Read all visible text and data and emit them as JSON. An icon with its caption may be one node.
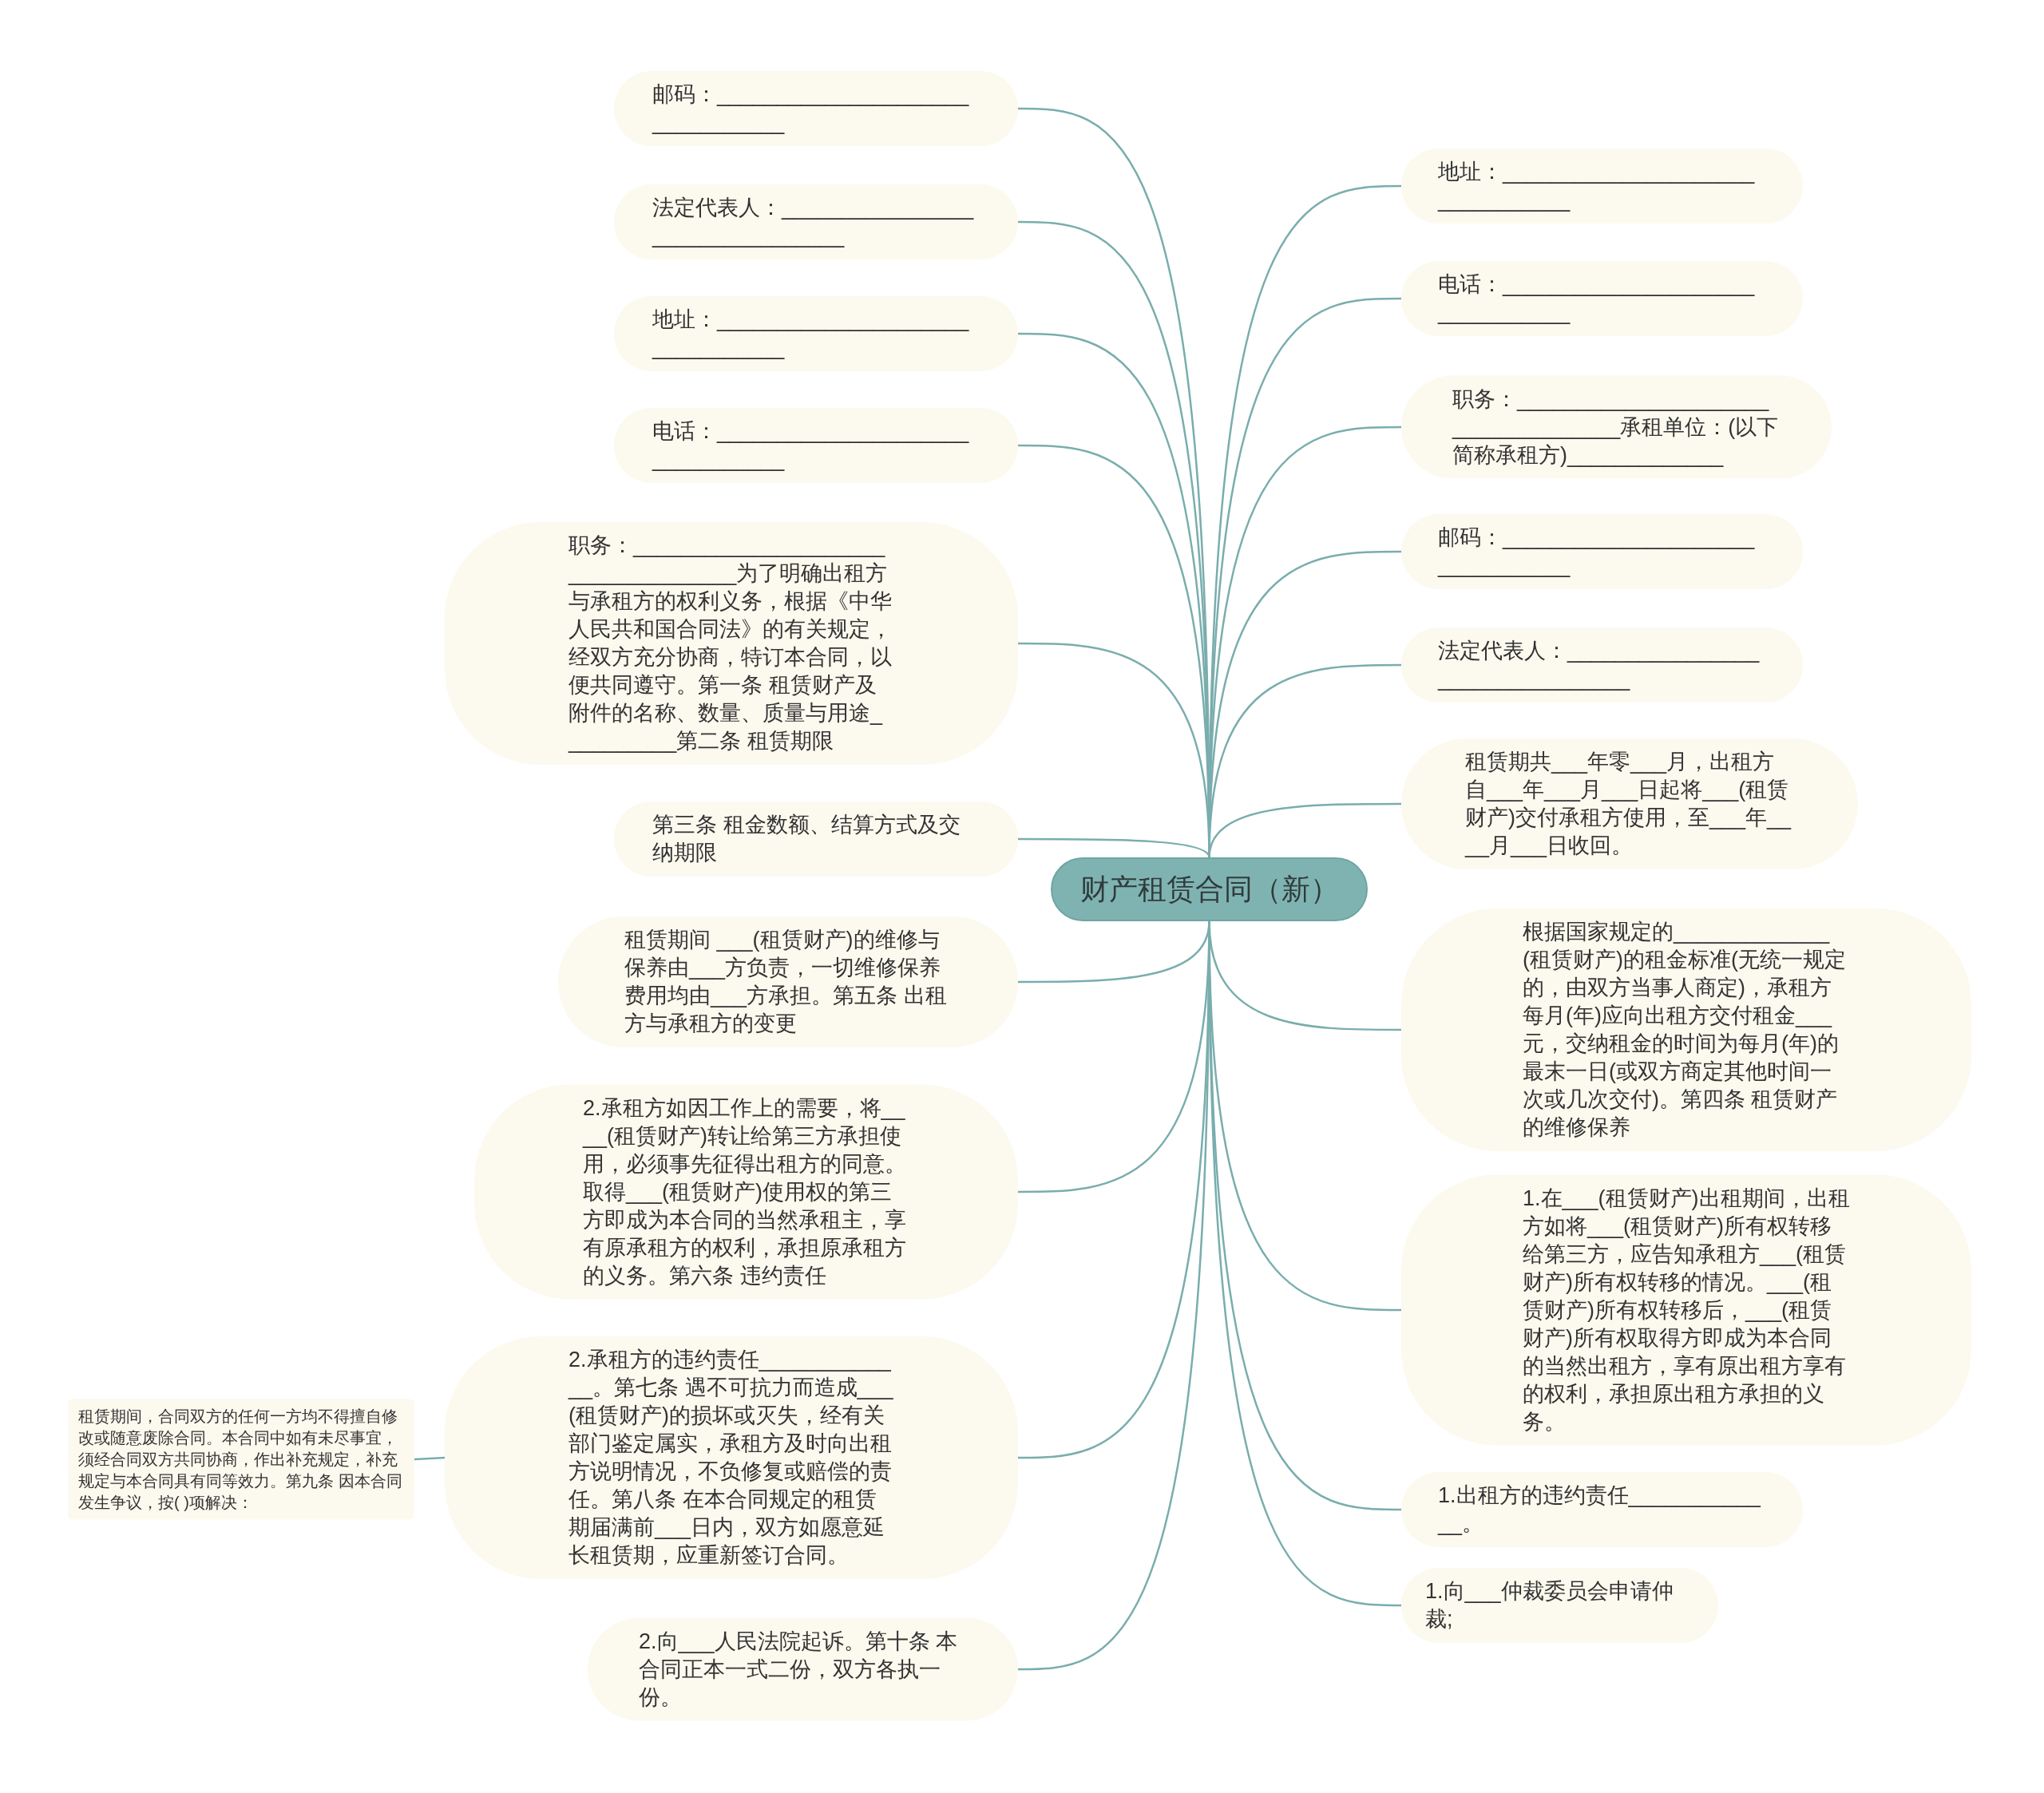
{
  "diagram": {
    "nodes": [
      {
        "text": [
          "财产租赁合同（新）"
        ]
      },
      {
        "text": [
          "邮码：________________________________"
        ]
      },
      {
        "text": [
          "法定代表人：________________________________"
        ]
      },
      {
        "text": [
          "地址：________________________________"
        ]
      },
      {
        "text": [
          "电话：________________________________"
        ]
      },
      {
        "text": [
          "职务：___________________________________为了明确出租方与承租方的权利义务，根据《中华人民共和国合同法》的有关规定，经双方充分协商，特订本合同，以便共同遵守。第一条 租赁财产及附件的名称、数量、质量与用途__________第二条 租赁期限"
        ]
      },
      {
        "text": [
          "第三条 租金数额、结算方式及交纳期限"
        ]
      },
      {
        "text": [
          "租赁期间 ___(租赁财产)的维修与保养由___方负责，一切维修保养费用均由___方承担。第五条 出租方与承租方的变更"
        ]
      },
      {
        "text": [
          "2.承租方如因工作上的需要，将____(租赁财产)转让给第三方承担使用，必须事先征得出租方的同意。取得___(租赁财产)使用权的第三方即成为本合同的当然承租主，享有原承租方的权利，承担原承租方的义务。第六条 违约责任"
        ]
      },
      {
        "text": [
          "2.承租方的违约责任_____________。第七条 遇不可抗力而造成___(租赁财产)的损坏或灭失，经有关部门鉴定属实，承租方及时向出租方说明情况，不负修复或赔偿的责任。第八条 在本合同规定的租赁期届满前___日内，双方如愿意延长租赁期，应重新签订合同。"
        ]
      },
      {
        "text": [
          "租赁期间，合同双方的任何一方均不得擅自修改或随意废除合同。本合同中如有未尽事宜，须经合同双方共同协商，作出补充规定，补充规定与本合同具有同等效力。第九条 因本合同发生争议，按( )项解决："
        ]
      },
      {
        "text": [
          "2.向___人民法院起诉。第十条 本合同正本一式二份，双方各执一份。"
        ]
      },
      {
        "text": [
          "地址：________________________________"
        ]
      },
      {
        "text": [
          "电话：________________________________"
        ]
      },
      {
        "text": [
          "职务：___________________________________承租单位：(以下简称承租方)_____________"
        ]
      },
      {
        "text": [
          "邮码：________________________________"
        ]
      },
      {
        "text": [
          "法定代表人：________________________________"
        ]
      },
      {
        "text": [
          "租赁期共___年零___月，出租方自___年___月___日起将___(租赁财产)交付承租方使用，至___年____月___日收回。"
        ]
      },
      {
        "text": [
          "根据国家规定的_____________(租赁财产)的租金标准(无统一规定的，由双方当事人商定)，承租方每月(年)应向出租方交付租金___元，交纳租金的时间为每月(年)的最末一日(或双方商定其他时间一次或几次交付)。第四条 租赁财产的维修保养"
        ]
      },
      {
        "text": [
          "1.在___(租赁财产)出租期间，出租方如将___(租赁财产)所有权转移给第三方，应告知承租方___(租赁财产)所有权转移的情况。___(租赁财产)所有权转移后，___(租赁财产)所有权取得方即成为本合同的当然出租方，享有原出租方享有的权利，承担原出租方承担的义务。"
        ]
      },
      {
        "text": [
          "1.出租方的违约责任_____________。"
        ]
      },
      {
        "text": [
          "1.向___仲裁委员会申请仲裁;"
        ]
      }
    ],
    "edges": [
      {
        "from": 0,
        "to": 1,
        "arrow": "none"
      },
      {
        "from": 0,
        "to": 2,
        "arrow": "none"
      },
      {
        "from": 0,
        "to": 3,
        "arrow": "none"
      },
      {
        "from": 0,
        "to": 4,
        "arrow": "none"
      },
      {
        "from": 0,
        "to": 5,
        "arrow": "none"
      },
      {
        "from": 0,
        "to": 6,
        "arrow": "none"
      },
      {
        "from": 0,
        "to": 7,
        "arrow": "none"
      },
      {
        "from": 0,
        "to": 8,
        "arrow": "none"
      },
      {
        "from": 0,
        "to": 9,
        "arrow": "none"
      },
      {
        "from": 9,
        "to": 10,
        "arrow": "none"
      },
      {
        "from": 0,
        "to": 11,
        "arrow": "none"
      },
      {
        "from": 0,
        "to": 12,
        "arrow": "none"
      },
      {
        "from": 0,
        "to": 13,
        "arrow": "none"
      },
      {
        "from": 0,
        "to": 14,
        "arrow": "none"
      },
      {
        "from": 0,
        "to": 15,
        "arrow": "none"
      },
      {
        "from": 0,
        "to": 16,
        "arrow": "none"
      },
      {
        "from": 0,
        "to": 17,
        "arrow": "none"
      },
      {
        "from": 0,
        "to": 18,
        "arrow": "none"
      },
      {
        "from": 0,
        "to": 19,
        "arrow": "none"
      },
      {
        "from": 0,
        "to": 20,
        "arrow": "none"
      },
      {
        "from": 0,
        "to": 21,
        "arrow": "none"
      }
    ]
  }
}
